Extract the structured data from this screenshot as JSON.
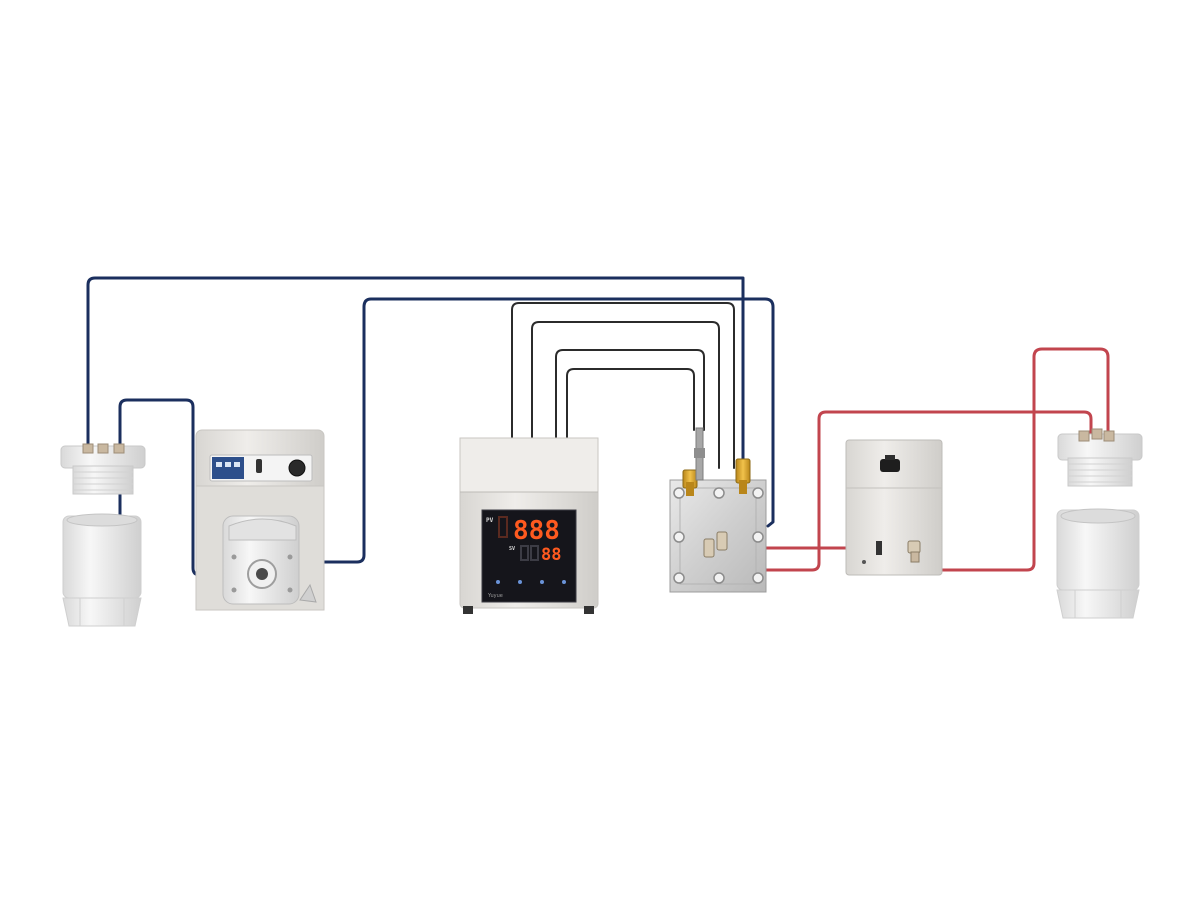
{
  "colors": {
    "background": "#ffffff",
    "tube_blue": "#1b2f5e",
    "tube_red": "#c2454e",
    "wire_black": "#2b2b2b",
    "wire_gray": "#8a8a8a",
    "device_body": "#e7e5e1",
    "ptfe_white": "#efefef",
    "led_red": "#ff5a1f",
    "display_black": "#15151b",
    "terminal_gold": "#d8a520"
  },
  "controller_display": {
    "pv_tag": "PV",
    "sv_tag": "SV",
    "pv_digits": "888",
    "sv_digits": "88",
    "brand": "Yuyue"
  },
  "icons": {
    "pump_head": "peristaltic-pump-head-icon",
    "knob": "rotary-knob-icon",
    "terminal": "electrode-terminal-icon"
  }
}
